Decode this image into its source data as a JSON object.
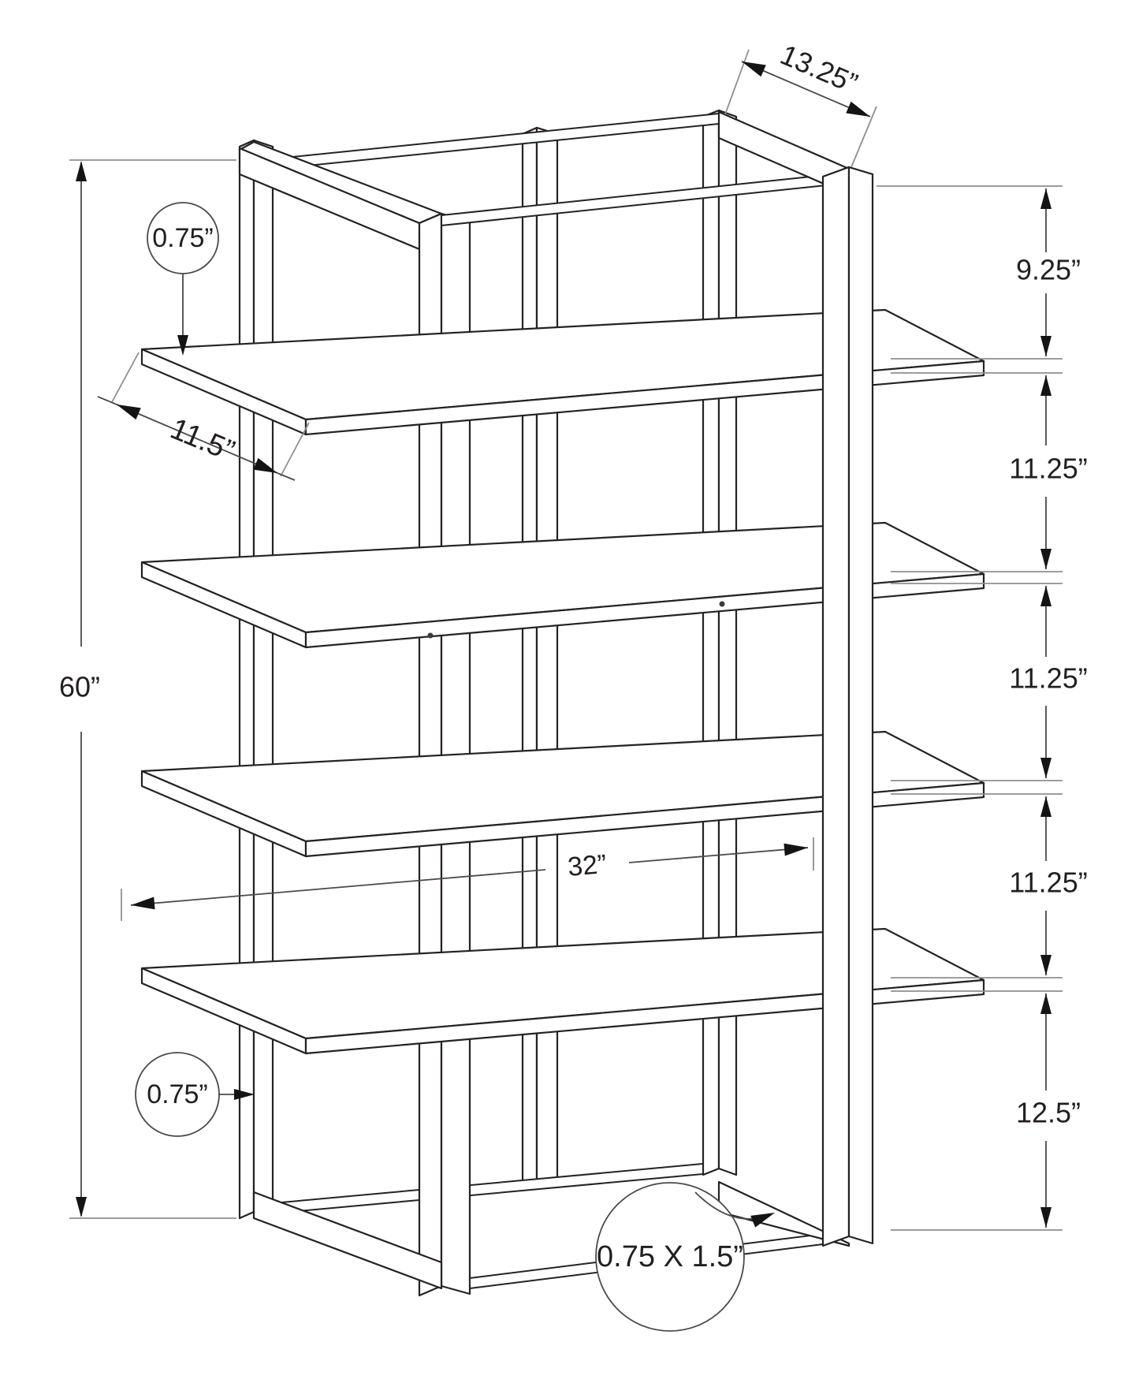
{
  "diagram": {
    "labels": {
      "overall_height": "60”",
      "top_depth": "13.25”",
      "shelf_depth": "11.5”",
      "shelf_span": "32”",
      "gap_top": "9.25”",
      "gap_mid_1": "11.25”",
      "gap_mid_2": "11.25”",
      "gap_mid_3": "11.25”",
      "gap_bottom": "12.5”",
      "shelf_thickness": "0.75”",
      "post_thickness": "0.75”",
      "frame_tube_size": "0.75 X 1.5”"
    },
    "colors": {
      "background": "#ffffff",
      "structure_line": "#262223",
      "dimension_line": "#4a4a4a",
      "extension_line": "#8f8f8f",
      "text": "#231f20"
    }
  }
}
